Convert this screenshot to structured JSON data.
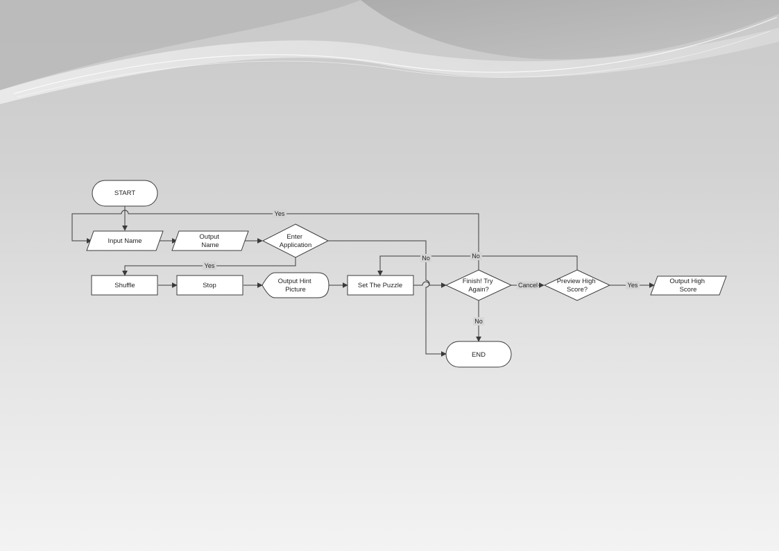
{
  "nodes": {
    "start": "START",
    "input_name": "Input Name",
    "output_name": [
      "Output",
      "Name"
    ],
    "enter_application": [
      "Enter",
      "Application"
    ],
    "shuffle": "Shuffle",
    "stop": "Stop",
    "output_hint_picture": [
      "Output Hint",
      "Picture"
    ],
    "set_the_puzzle": "Set The Puzzle",
    "finish_try_again": [
      "Finish! Try",
      "Again?"
    ],
    "preview_high_score": [
      "Preview High",
      "Score?"
    ],
    "output_high_score": [
      "Output High",
      "Score"
    ],
    "end": "END"
  },
  "edge_labels": {
    "yes_loop_top": "Yes",
    "yes_enter_to_shuffle": "Yes",
    "no_enter_to_end": "No",
    "no_preview_to_puzzle": "No",
    "cancel": "Cancel",
    "yes_preview_to_output": "Yes",
    "no_finish_to_end": "No"
  },
  "colors": {
    "shape_fill": "#ffffff",
    "stroke": "#3a3a3a",
    "text": "#222222"
  }
}
